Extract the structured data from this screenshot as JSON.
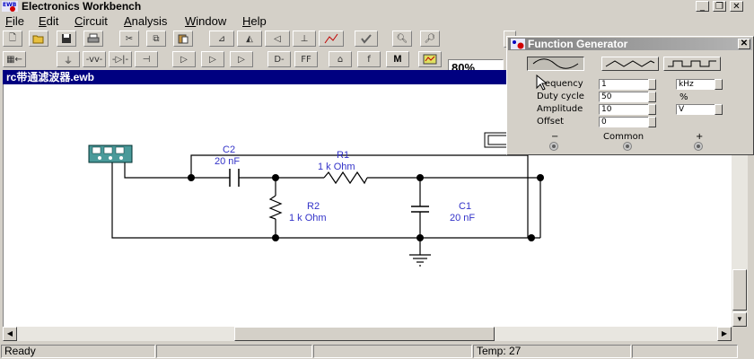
{
  "window": {
    "title": "Electronics Workbench"
  },
  "menu": [
    {
      "label": "File",
      "u": "F",
      "rest": "ile"
    },
    {
      "label": "Edit",
      "u": "E",
      "rest": "dit"
    },
    {
      "label": "Circuit",
      "u": "C",
      "rest": "ircuit"
    },
    {
      "label": "Analysis",
      "u": "A",
      "rest": "nalysis"
    },
    {
      "label": "Window",
      "u": "W",
      "rest": "indow"
    },
    {
      "label": "Help",
      "u": "H",
      "rest": "elp"
    }
  ],
  "toolbar": {
    "zoom": "80%"
  },
  "document": {
    "title": "rc带通滤波器.ewb"
  },
  "schematic": {
    "components": [
      {
        "ref": "C2",
        "value": "20 nF"
      },
      {
        "ref": "R1",
        "value": "1 k Ohm"
      },
      {
        "ref": "R2",
        "value": "1 k Ohm"
      },
      {
        "ref": "C1",
        "value": "20 nF"
      }
    ]
  },
  "function_generator": {
    "title": "Function Generator",
    "waveforms": [
      "sine",
      "triangle",
      "square"
    ],
    "selected_waveform": "sine",
    "rows": [
      {
        "label": "Frequency",
        "value": "1",
        "unit": "kHz",
        "unit_is_select": true
      },
      {
        "label": "Duty cycle",
        "value": "50",
        "unit": "%",
        "unit_is_select": false
      },
      {
        "label": "Amplitude",
        "value": "10",
        "unit": "V",
        "unit_is_select": true
      },
      {
        "label": "Offset",
        "value": "0",
        "unit": "",
        "unit_is_select": false
      }
    ],
    "terminals": {
      "minus": "−",
      "common": "Common",
      "plus": "+"
    }
  },
  "status": {
    "text": "Ready",
    "temp": "Temp:  27"
  }
}
